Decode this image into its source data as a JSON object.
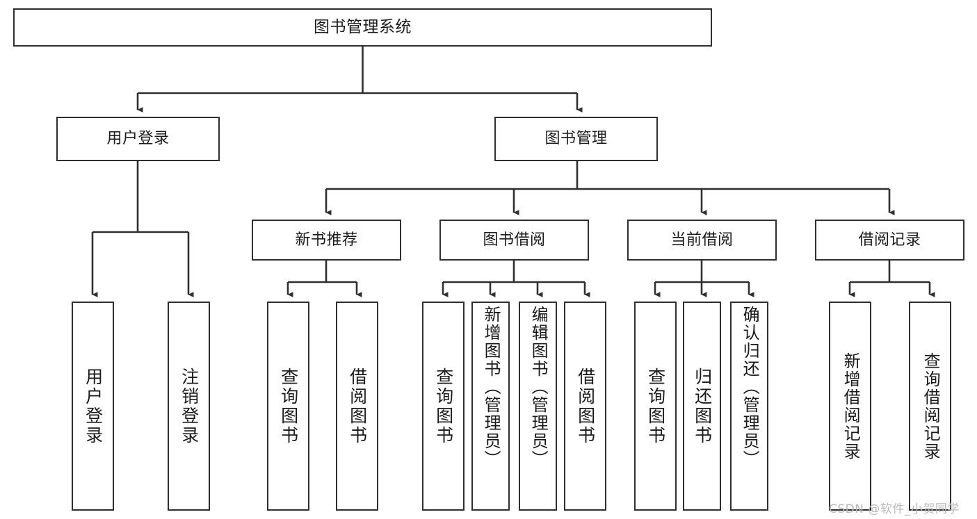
{
  "diagram": {
    "title": "图书管理系统",
    "type": "tree-hierarchy-chart",
    "watermark": "CSDN @软件_小贺同学",
    "colors": {
      "box_border": "#2f2f2f",
      "box_fill": "#ffffff",
      "connector": "#2f2f2f",
      "text": "#1a1a1a",
      "watermark": "#b9b9b9"
    }
  },
  "nodes": {
    "root": {
      "label": "图书管理系统"
    },
    "tier2": [
      {
        "label": "用户登录"
      },
      {
        "label": "图书管理"
      }
    ],
    "tier3": [
      {
        "label": "新书推荐"
      },
      {
        "label": "图书借阅"
      },
      {
        "label": "当前借阅"
      },
      {
        "label": "借阅记录"
      }
    ],
    "leaves": {
      "user_login": [
        {
          "label": "用户登录"
        },
        {
          "label": "注销登录"
        }
      ],
      "new_book_recommend": [
        {
          "label": "查询图书"
        },
        {
          "label": "借阅图书"
        }
      ],
      "book_borrow": [
        {
          "label": "查询图书"
        },
        {
          "label": "新增图书（管理员）"
        },
        {
          "label": "编辑图书（管理员）"
        },
        {
          "label": "借阅图书"
        }
      ],
      "current_borrow": [
        {
          "label": "查询图书"
        },
        {
          "label": "归还图书"
        },
        {
          "label": "确认归还（管理员）"
        }
      ],
      "borrow_record": [
        {
          "label": "新增借阅记录"
        },
        {
          "label": "查询借阅记录"
        }
      ]
    }
  }
}
